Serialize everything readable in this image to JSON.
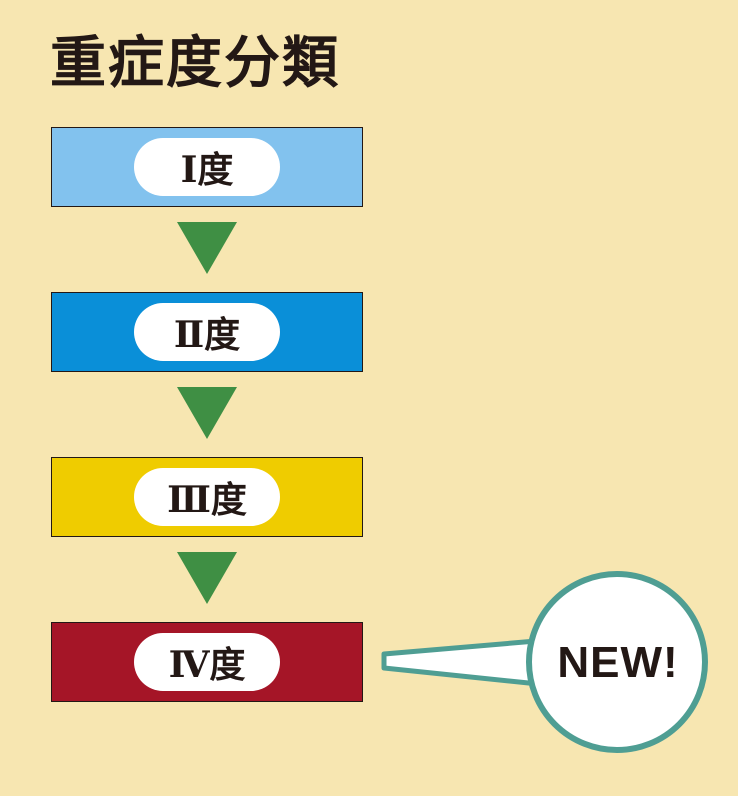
{
  "title": "重症度分類",
  "stages": [
    {
      "label": "Ⅰ度",
      "color": "#82c2ee"
    },
    {
      "label": "Ⅱ度",
      "color": "#0a8fd8"
    },
    {
      "label": "Ⅲ度",
      "color": "#efcc00"
    },
    {
      "label": "Ⅳ度",
      "color": "#a51527"
    }
  ],
  "arrow_color": "#3f8f44",
  "badge": {
    "label": "NEW!",
    "border_color": "#4f9e93"
  }
}
